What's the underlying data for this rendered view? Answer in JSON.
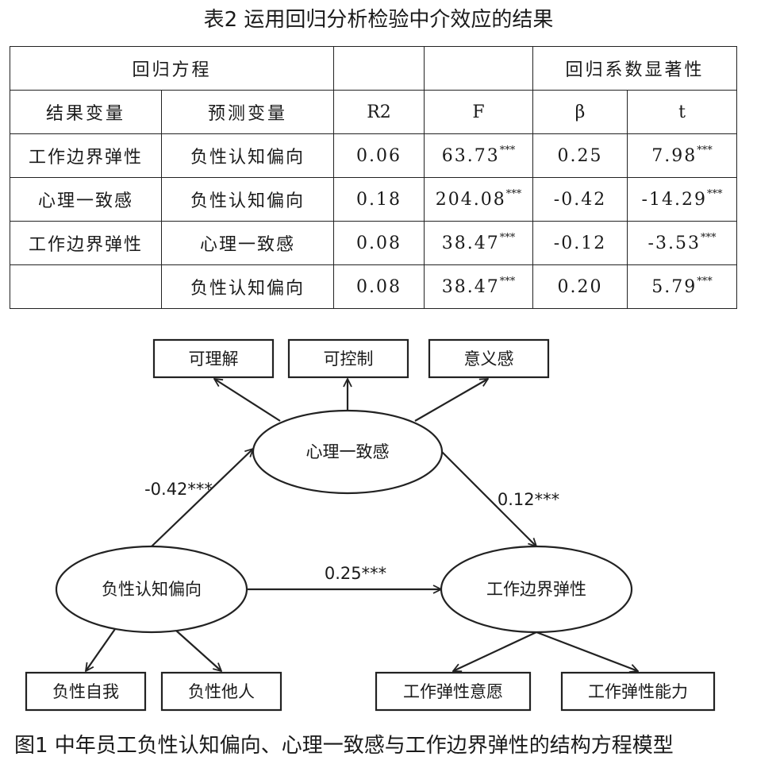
{
  "table": {
    "title": "表2 运用回归分析检验中介效应的结果",
    "header1": {
      "equation": "回归方程",
      "significance": "回归系数显著性"
    },
    "header2": [
      "结果变量",
      "预测变量",
      "R2",
      "F",
      "β",
      "t"
    ],
    "rows": [
      {
        "outcome": "工作边界弹性",
        "predictor": "负性认知偏向",
        "r2": "0.06",
        "f": "63.73",
        "f_sig": "***",
        "beta": "0.25",
        "t": "7.98",
        "t_sig": "***"
      },
      {
        "outcome": "心理一致感",
        "predictor": "负性认知偏向",
        "r2": "0.18",
        "f": "204.08",
        "f_sig": "***",
        "beta": "-0.42",
        "t": "-14.29",
        "t_sig": "***"
      },
      {
        "outcome": "工作边界弹性",
        "predictor": "心理一致感",
        "r2": "0.08",
        "f": "38.47",
        "f_sig": "***",
        "beta": "-0.12",
        "t": "-3.53",
        "t_sig": "***"
      },
      {
        "outcome": "",
        "predictor": "负性认知偏向",
        "r2": "0.08",
        "f": "38.47",
        "f_sig": "***",
        "beta": "0.20",
        "t": "5.79",
        "t_sig": "***"
      }
    ]
  },
  "diagram": {
    "latent": {
      "coherence": "心理一致感",
      "negative_bias": "负性认知偏向",
      "boundary": "工作边界弹性"
    },
    "indicators": {
      "comprehensibility": "可理解",
      "manageability": "可控制",
      "meaningfulness": "意义感",
      "negative_self": "负性自我",
      "negative_others": "负性他人",
      "flex_willingness": "工作弹性意愿",
      "flex_ability": "工作弹性能力"
    },
    "paths": {
      "bias_to_coherence": "-0.42***",
      "coherence_to_boundary": "0.12***",
      "bias_to_boundary": "0.25***"
    }
  },
  "caption": "图1 中年员工负性认知偏向、心理一致感与工作边界弹性的结构方程模型"
}
